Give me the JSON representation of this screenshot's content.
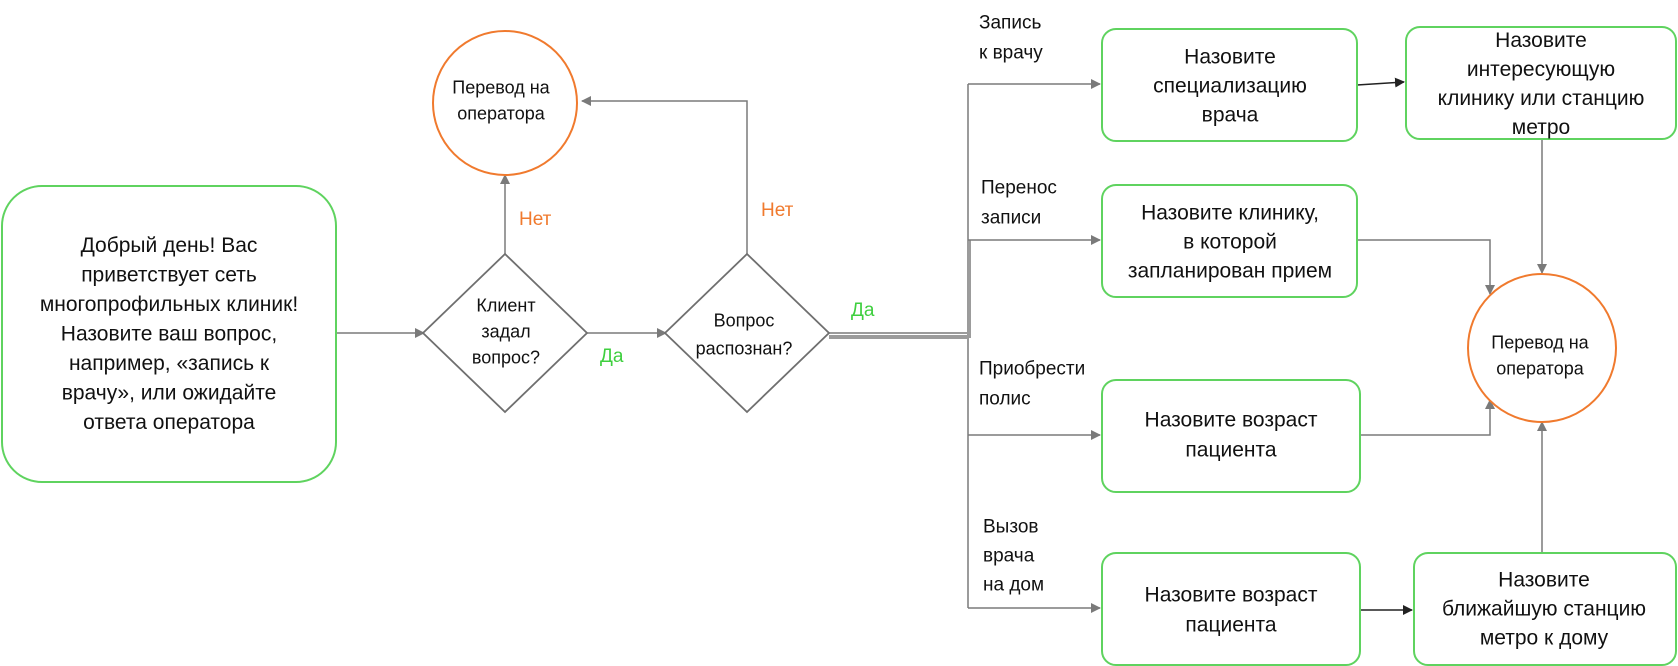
{
  "colors": {
    "box_border": "#5fd35f",
    "circle_border": "#f07a2e",
    "diamond_border": "#6f6f6f",
    "connector": "#7a7a7a",
    "label_no": "#f07a2e",
    "label_yes": "#3fcf3f",
    "text": "#111111"
  },
  "nodes": {
    "greeting": [
      "Добрый день! Вас",
      "приветствует сеть",
      "многопрофильных клиник!",
      "Назовите ваш вопрос,",
      "например, «запись к",
      "врачу», или ожидайте",
      "ответа оператора"
    ],
    "operator_top": [
      "Перевод на",
      "оператора"
    ],
    "client_asked": [
      "Клиент",
      "задал",
      "вопрос?"
    ],
    "question_recognized": [
      "Вопрос",
      "распознан?"
    ],
    "name_specialization": [
      "Назовите",
      "специализацию",
      "врача"
    ],
    "name_clinic_or_metro": [
      "Назовите",
      "интересующую",
      "клинику или станцию",
      "метро"
    ],
    "name_clinic_scheduled": [
      "Назовите клинику,",
      "в которой",
      "запланирован прием"
    ],
    "name_age_policy": [
      "Назовите возраст",
      "пациента"
    ],
    "name_age_home": [
      "Назовите возраст",
      "пациента"
    ],
    "name_nearest_metro": [
      "Назовите",
      "ближайшую станцию",
      "метро к дому"
    ],
    "operator_right": [
      "Перевод на",
      "оператора"
    ]
  },
  "edge_labels": {
    "no_left": "Нет",
    "yes_left": "Да",
    "no_right": "Нет",
    "yes_right": "Да"
  },
  "branch_labels": {
    "appointment": [
      "Запись",
      "к врачу"
    ],
    "reschedule": [
      "Перенос",
      "записи"
    ],
    "policy": [
      "Приобрести",
      "полис"
    ],
    "home_call": [
      "Вызов",
      "врача",
      "на дом"
    ]
  }
}
